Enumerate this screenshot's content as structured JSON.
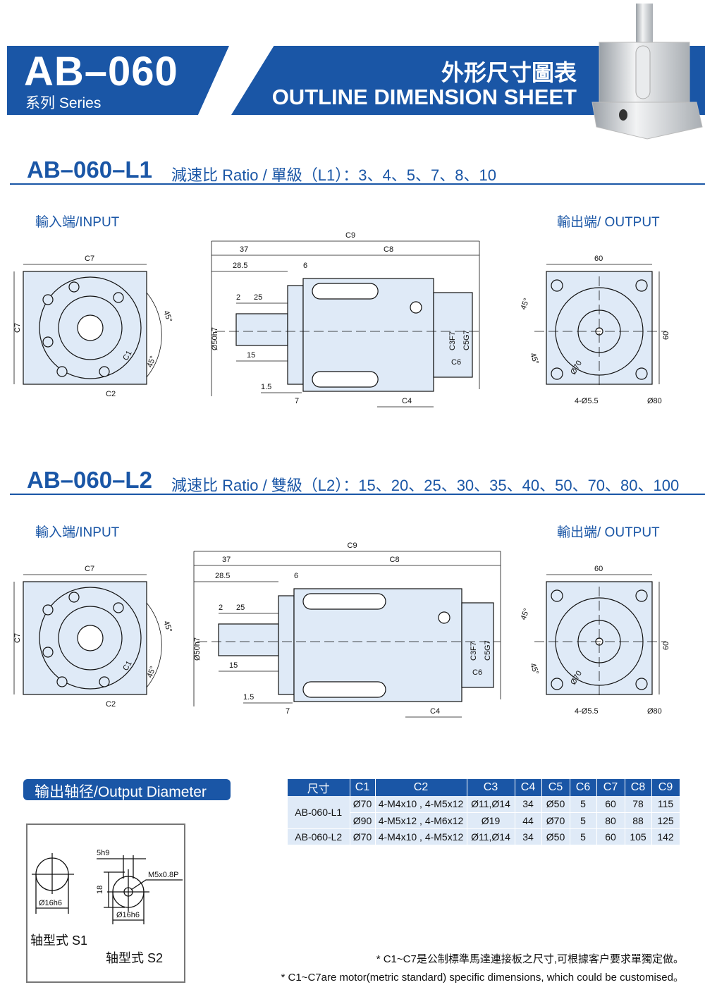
{
  "header": {
    "series": "AB–060",
    "series_sub": "系列 Series",
    "title_cn": "外形尺寸圖表",
    "title_en": "OUTLINE DIMENSION SHEET"
  },
  "sections": [
    {
      "title": "AB–060–L1",
      "ratio": "減速比 Ratio / 單級（L1）：3、4、5、7、8、10",
      "input_label": "輸入端/INPUT",
      "output_label": "輸出端/ OUTPUT",
      "input_dims": {
        "c7_top": "C7",
        "c7_side": "C7",
        "a1": "45°",
        "a2": "45°",
        "c1": "C1",
        "c2": "C2"
      },
      "side_dims": {
        "c9": "C9",
        "d37": "37",
        "c8": "C8",
        "d285": "28.5",
        "d6": "6",
        "d2": "2",
        "d25": "25",
        "d50": "Ø50h7",
        "d15": "15",
        "d15b": "1.5",
        "d7": "7",
        "c4": "C4",
        "c3": "C3F7",
        "c5": "C5G7",
        "c6": "C6"
      },
      "output_dims": {
        "d60t": "60",
        "d60s": "60",
        "a1": "45°",
        "a2": "45°",
        "d70": "Ø70",
        "holes": "4-Ø5.5",
        "d80": "Ø80"
      }
    },
    {
      "title": "AB–060–L2",
      "ratio": "減速比 Ratio / 雙級（L2）：15、20、25、30、35、40、50、70、80、100",
      "input_label": "輸入端/INPUT",
      "output_label": "輸出端/ OUTPUT",
      "input_dims": {
        "c7_top": "C7",
        "c7_side": "C7",
        "a1": "45°",
        "a2": "45°",
        "c1": "C1",
        "c2": "C2"
      },
      "side_dims": {
        "c9": "C9",
        "d37": "37",
        "c8": "C8",
        "d285": "28.5",
        "d6": "6",
        "d2": "2",
        "d25": "25",
        "d50": "Ø50h7",
        "d15": "15",
        "d15b": "1.5",
        "d7": "7",
        "c4": "C4",
        "c3": "C3F7",
        "c5": "C5G7",
        "c6": "C6"
      },
      "output_dims": {
        "d60t": "60",
        "d60s": "60",
        "a1": "45°",
        "a2": "45°",
        "d70": "Ø70",
        "holes": "4-Ø5.5",
        "d80": "Ø80"
      }
    }
  ],
  "shaft": {
    "title": "输出轴径/Output Diameter",
    "s1_dia": "Ø16h6",
    "s1_label": "轴型式  S1",
    "s2_key": "5h9",
    "s2_height": "18",
    "s2_thread": "M5x0.8P",
    "s2_dia": "Ø16h6",
    "s2_label": "轴型式  S2"
  },
  "table": {
    "headers": [
      "尺寸",
      "C1",
      "C2",
      "C3",
      "C4",
      "C5",
      "C6",
      "C7",
      "C8",
      "C9"
    ],
    "rows": [
      {
        "model": "AB-060-L1",
        "cells": [
          "Ø70",
          "4-M4x10 , 4-M5x12",
          "Ø11,Ø14",
          "34",
          "Ø50",
          "5",
          "60",
          "78",
          "115"
        ]
      },
      {
        "model": "",
        "cells": [
          "Ø90",
          "4-M5x12 , 4-M6x12",
          "Ø19",
          "44",
          "Ø70",
          "5",
          "80",
          "88",
          "125"
        ]
      },
      {
        "model": "AB-060-L2",
        "cells": [
          "Ø70",
          "4-M4x10 , 4-M5x12",
          "Ø11,Ø14",
          "34",
          "Ø50",
          "5",
          "60",
          "105",
          "142"
        ]
      }
    ]
  },
  "notes": {
    "cn": "* C1~C7是公制標準馬達連接板之尺寸,可根據客户要求單獨定做。",
    "en": "* C1~C7are motor(metric standard) specific dimensions, which could be customised。"
  },
  "colors": {
    "brand": "#1a56a6",
    "fill": "#dfeaf7"
  }
}
